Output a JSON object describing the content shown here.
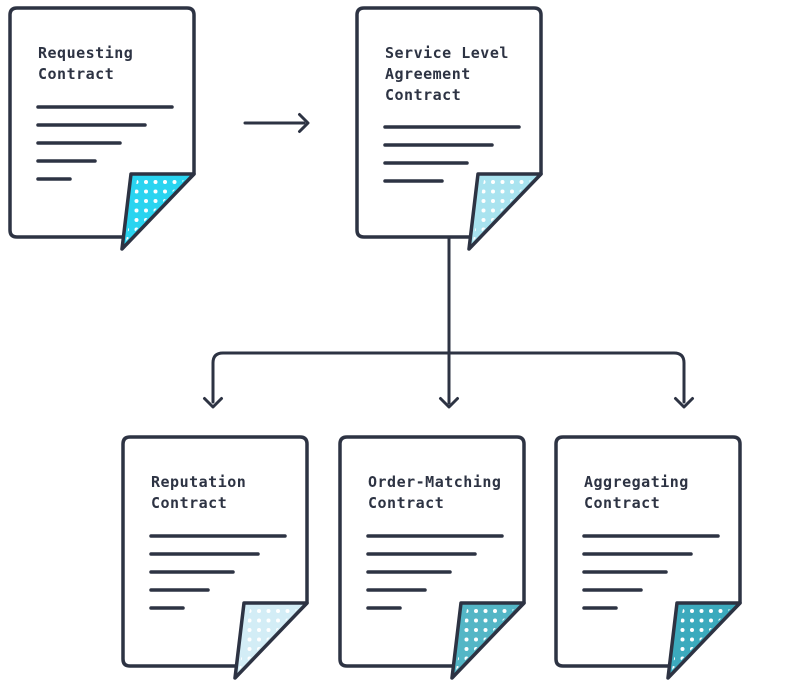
{
  "canvas": {
    "background_color": "#ffffff",
    "ink_color": "#2D3343",
    "fold_dot_color": "#ffffff"
  },
  "documents": [
    {
      "name": "requesting-contract",
      "title_lines": [
        "Requesting",
        "Contract"
      ],
      "fold_color": "#2AD4F0",
      "placeholder_line_count": 5
    },
    {
      "name": "service-level-agreement-contract",
      "title_lines": [
        "Service Level",
        "Agreement",
        "Contract"
      ],
      "fold_color": "#A9E3EF",
      "placeholder_line_count": 4
    },
    {
      "name": "reputation-contract",
      "title_lines": [
        "Reputation",
        "Contract"
      ],
      "fold_color": "#D3EDF6",
      "placeholder_line_count": 5
    },
    {
      "name": "order-matching-contract",
      "title_lines": [
        "Order-Matching",
        "Contract"
      ],
      "fold_color": "#54B6C6",
      "placeholder_line_count": 5
    },
    {
      "name": "aggregating-contract",
      "title_lines": [
        "Aggregating",
        "Contract"
      ],
      "fold_color": "#3CAABD",
      "placeholder_line_count": 5
    }
  ],
  "connections": [
    {
      "from": "Requesting Contract",
      "to": "Service Level Agreement Contract",
      "style": "arrow-right"
    },
    {
      "from": "Service Level Agreement Contract",
      "to": "Reputation Contract",
      "style": "arrow-down"
    },
    {
      "from": "Service Level Agreement Contract",
      "to": "Order-Matching Contract",
      "style": "arrow-down"
    },
    {
      "from": "Service Level Agreement Contract",
      "to": "Aggregating Contract",
      "style": "arrow-down"
    }
  ]
}
